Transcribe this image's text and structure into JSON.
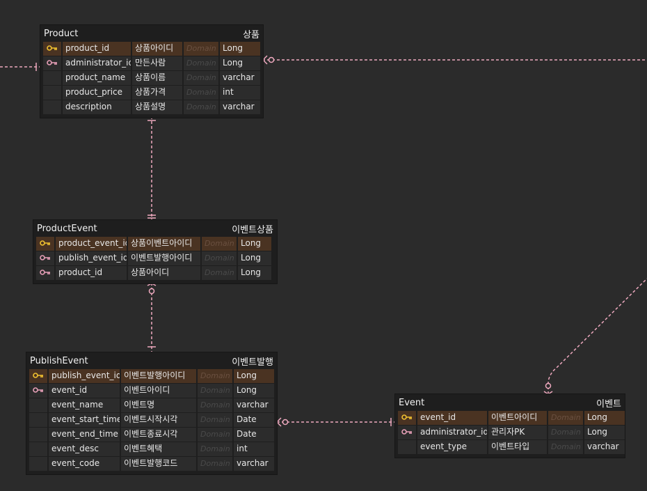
{
  "colors": {
    "line": "#f0aac0",
    "pk_key": "#f2c230",
    "fk_key": "#e8a0b8",
    "pk_row": "#4a3322"
  },
  "tables": {
    "product": {
      "name": "Product",
      "comment": "상품",
      "columns": [
        {
          "key": "pk",
          "name": "product_id",
          "comment": "상품아이디",
          "domain": "Domain",
          "type": "Long"
        },
        {
          "key": "fk",
          "name": "administrator_id",
          "comment": "만든사람",
          "domain": "Domain",
          "type": "Long"
        },
        {
          "key": "",
          "name": "product_name",
          "comment": "상품이름",
          "domain": "Domain",
          "type": "varchar"
        },
        {
          "key": "",
          "name": "product_price",
          "comment": "상품가격",
          "domain": "Domain",
          "type": "int"
        },
        {
          "key": "",
          "name": "description",
          "comment": "상품설명",
          "domain": "Domain",
          "type": "varchar"
        }
      ]
    },
    "product_event": {
      "name": "ProductEvent",
      "comment": "이벤트상품",
      "columns": [
        {
          "key": "pk",
          "name": "product_event_id",
          "comment": "상품이벤트아이디",
          "domain": "Domain",
          "type": "Long"
        },
        {
          "key": "fk",
          "name": "publish_event_id",
          "comment": "이벤트발행아이디",
          "domain": "Domain",
          "type": "Long"
        },
        {
          "key": "fk",
          "name": "product_id",
          "comment": "상품아이디",
          "domain": "Domain",
          "type": "Long"
        }
      ]
    },
    "publish_event": {
      "name": "PublishEvent",
      "comment": "이벤트발행",
      "columns": [
        {
          "key": "pk",
          "name": "publish_event_id",
          "comment": "이벤트발행아이디",
          "domain": "Domain",
          "type": "Long"
        },
        {
          "key": "fk",
          "name": "event_id",
          "comment": "이벤트아이디",
          "domain": "Domain",
          "type": "Long"
        },
        {
          "key": "",
          "name": "event_name",
          "comment": "이벤트명",
          "domain": "Domain",
          "type": "varchar"
        },
        {
          "key": "",
          "name": "event_start_time",
          "comment": "이벤트시작시각",
          "domain": "Domain",
          "type": "Date"
        },
        {
          "key": "",
          "name": "event_end_time",
          "comment": "이벤트종료시각",
          "domain": "Domain",
          "type": "Date"
        },
        {
          "key": "",
          "name": "event_desc",
          "comment": "이벤트혜택",
          "domain": "Domain",
          "type": "int"
        },
        {
          "key": "",
          "name": "event_code",
          "comment": "이벤트발행코드",
          "domain": "Domain",
          "type": "varchar"
        }
      ]
    },
    "event": {
      "name": "Event",
      "comment": "이벤트",
      "columns": [
        {
          "key": "pk",
          "name": "event_id",
          "comment": "이벤트아이디",
          "domain": "Domain",
          "type": "Long"
        },
        {
          "key": "fk",
          "name": "administrator_id",
          "comment": "관리자PK",
          "domain": "Domain",
          "type": "Long"
        },
        {
          "key": "",
          "name": "event_type",
          "comment": "이벤트타입",
          "domain": "Domain",
          "type": "varchar"
        }
      ]
    }
  }
}
